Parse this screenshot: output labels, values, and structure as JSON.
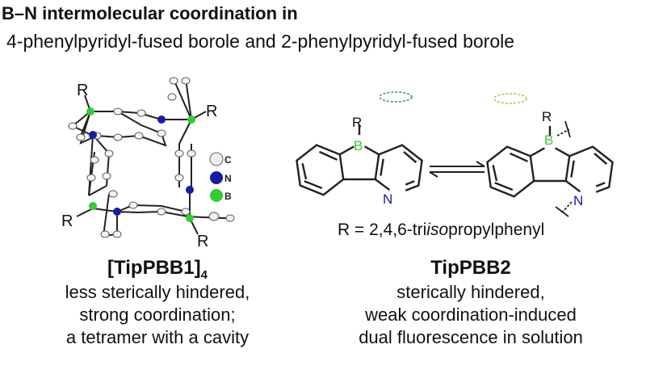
{
  "title": {
    "line1": "B–N intermolecular coordination in",
    "line2": "4-phenylpyridyl-fused borole and 2-phenylpyridyl-fused borole"
  },
  "crystal": {
    "r_label": "R",
    "legend": [
      {
        "label": "C",
        "color": "#e8e8e8"
      },
      {
        "label": "N",
        "color": "#1a1aa8"
      },
      {
        "label": "B",
        "color": "#33cc33"
      }
    ]
  },
  "scheme": {
    "r_label": "R",
    "b_label": "B",
    "n_label": "N",
    "r_definition_prefix": "R = 2,4,6-tri",
    "r_definition_italic": "iso",
    "r_definition_suffix": "propylphenyl",
    "colors": {
      "boron": "#33cc33",
      "nitrogen": "#1a1aa8",
      "emission_left": "#2e9e5a",
      "emission_right": "#9ccc55"
    }
  },
  "left": {
    "compound_name": "[TipPBB1]",
    "compound_subscript": "4",
    "description": [
      "less sterically hindered,",
      "strong coordination;",
      "a tetramer with a cavity"
    ]
  },
  "right": {
    "compound_name": "TipPBB2",
    "description": [
      "sterically hindered,",
      "weak coordination-induced",
      "dual fluorescence in solution"
    ]
  }
}
